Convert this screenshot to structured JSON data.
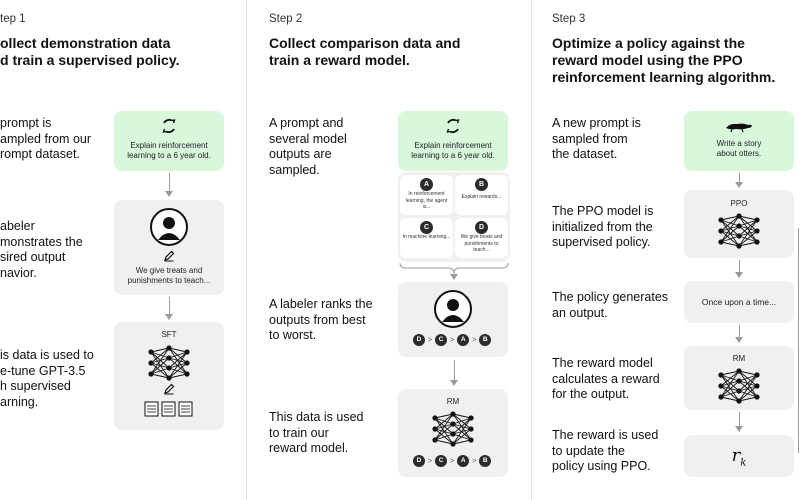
{
  "colors": {
    "green_box": "#d8f8dc",
    "gray_box": "#f0f0ef",
    "badge": "#2b2b2b",
    "arrow": "#9a9a9a"
  },
  "step1": {
    "label": "tep 1",
    "title_line1": "ollect demonstration data",
    "title_line2": "d train a supervised policy.",
    "text1": [
      "prompt is",
      "ampled from our",
      "rompt dataset."
    ],
    "text2": [
      "abeler",
      "monstrates the",
      "sired output",
      "navior."
    ],
    "text3": [
      "is data is used to",
      "e-tune GPT-3.5",
      "h supervised",
      "arning."
    ],
    "prompt_icon": "refresh-icon",
    "prompt_box": [
      "Explain reinforcement",
      "learning to a 6 year old."
    ],
    "labeler_output": [
      "We give treats and",
      "punishments to teach..."
    ],
    "model_label": "SFT"
  },
  "step2": {
    "label": "Step 2",
    "title_line1": "Collect comparison data and",
    "title_line2": "train a reward model.",
    "text1": [
      "A prompt and",
      "several model",
      "outputs are",
      "sampled."
    ],
    "text2": [
      "A labeler ranks the",
      "outputs from best",
      "to worst."
    ],
    "text3": [
      "This data is used",
      "to train our",
      "reward model."
    ],
    "prompt_box": [
      "Explain reinforcement",
      "learning to a 6 year old."
    ],
    "outputs": [
      {
        "letter": "A",
        "text": "In reinforcement learning, the agent is..."
      },
      {
        "letter": "B",
        "text": "Explain rewards..."
      },
      {
        "letter": "C",
        "text": "In machine learning..."
      },
      {
        "letter": "D",
        "text": "We give treats and punishments to teach..."
      }
    ],
    "ranking": [
      "D",
      ">",
      "C",
      ">",
      "A",
      ">",
      "B"
    ],
    "model_label": "RM"
  },
  "step3": {
    "label": "Step 3",
    "title_line1": "Optimize a policy against the",
    "title_line2": "reward model using the PPO",
    "title_line3": "reinforcement learning algorithm.",
    "text1": [
      "A new prompt is",
      "sampled from",
      "the dataset."
    ],
    "text2": [
      "The PPO model is",
      "initialized from the",
      "supervised policy."
    ],
    "text3": [
      "The policy generates",
      "an output."
    ],
    "text4": [
      "The reward model",
      "calculates a reward",
      "for the output."
    ],
    "text5": [
      "The reward is used",
      "to update the",
      "policy using PPO."
    ],
    "prompt_box": [
      "Write a story",
      "about otters."
    ],
    "policy_label": "PPO",
    "output_text": "Once upon a time...",
    "rm_label": "RM",
    "reward_symbol": "r",
    "reward_subscript": "k"
  }
}
